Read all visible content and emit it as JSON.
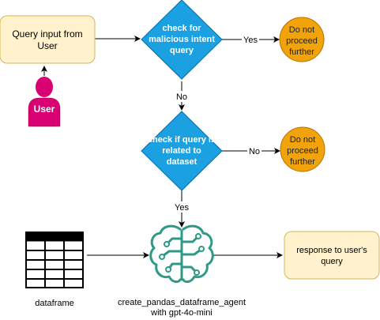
{
  "nodes": {
    "query_input": {
      "line1": "Query input from",
      "line2": "User"
    },
    "user": {
      "label": "User"
    },
    "decision_malicious": {
      "line1": "check for",
      "line2": "malicious intent",
      "line3": "query"
    },
    "stop_1": {
      "line1": "Do not",
      "line2": "proceed",
      "line3": "further"
    },
    "decision_dataset": {
      "line1": "check if query is",
      "line2": "related to",
      "line3": "dataset"
    },
    "stop_2": {
      "line1": "Do not",
      "line2": "proceed",
      "line3": "further"
    },
    "dataframe": {
      "label": "dataframe"
    },
    "agent": {
      "line1": "create_pandas_dataframe_agent",
      "line2": "with gpt-4o-mini"
    },
    "response": {
      "line1": "response to user's",
      "line2": "query"
    }
  },
  "edges": {
    "malicious_yes": "Yes",
    "malicious_no": "No",
    "dataset_no": "No",
    "dataset_yes": "Yes"
  },
  "colors": {
    "note_fill": "#fff2cc",
    "note_stroke": "#d6b656",
    "decision_fill": "#1ba1e2",
    "decision_stroke": "#006eaf",
    "stop_fill": "#f0a30a",
    "stop_stroke": "#bd7000",
    "user_fill": "#d80073",
    "agent_icon": "#2d9a86"
  }
}
